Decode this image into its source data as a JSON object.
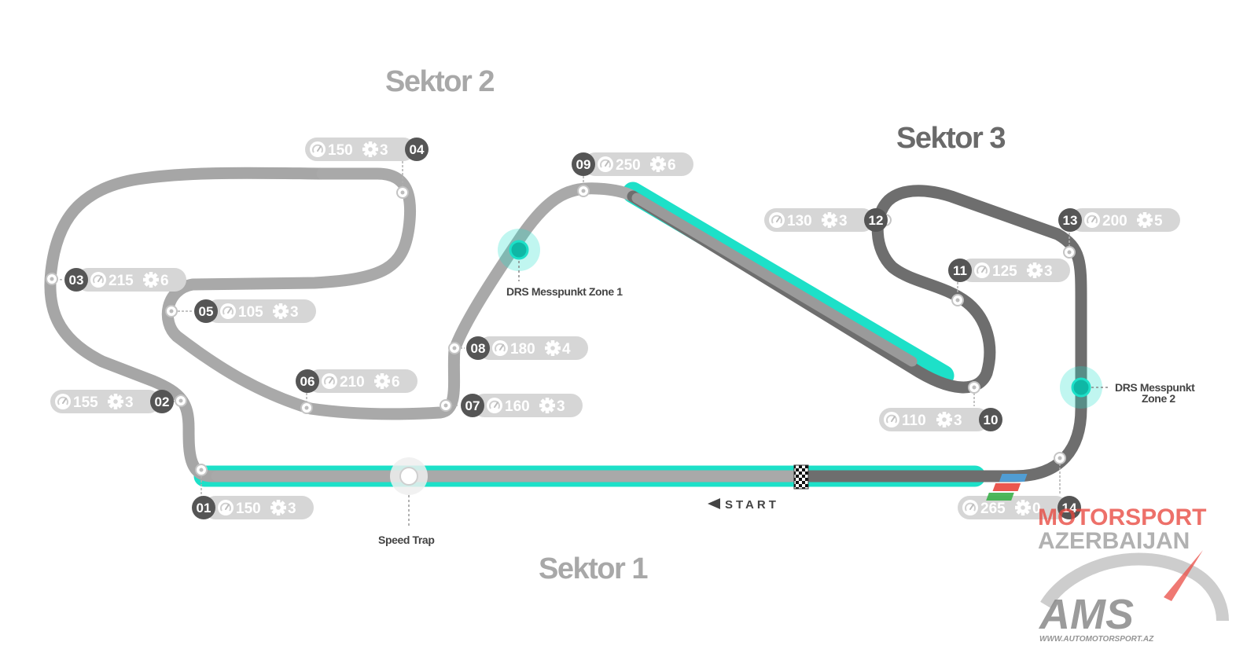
{
  "sectors": {
    "s1": "Sektor 1",
    "s2": "Sektor 2",
    "s3": "Sektor 3"
  },
  "labels": {
    "drs1": "DRS Messpunkt Zone 1",
    "drs2_line1": "DRS Messpunkt",
    "drs2_line2": "Zone 2",
    "speed_trap": "Speed Trap",
    "start": "START"
  },
  "corners": [
    {
      "id": "01",
      "speed": "150",
      "gear": "3"
    },
    {
      "id": "02",
      "speed": "155",
      "gear": "3"
    },
    {
      "id": "03",
      "speed": "215",
      "gear": "6"
    },
    {
      "id": "04",
      "speed": "150",
      "gear": "3"
    },
    {
      "id": "05",
      "speed": "105",
      "gear": "3"
    },
    {
      "id": "06",
      "speed": "210",
      "gear": "6"
    },
    {
      "id": "07",
      "speed": "160",
      "gear": "3"
    },
    {
      "id": "08",
      "speed": "180",
      "gear": "4"
    },
    {
      "id": "09",
      "speed": "250",
      "gear": "6"
    },
    {
      "id": "10",
      "speed": "110",
      "gear": "3"
    },
    {
      "id": "11",
      "speed": "125",
      "gear": "3"
    },
    {
      "id": "12",
      "speed": "130",
      "gear": "3"
    },
    {
      "id": "13",
      "speed": "200",
      "gear": "5"
    },
    {
      "id": "14",
      "speed": "265",
      "gear": "0"
    }
  ],
  "colors": {
    "sector1": "#a6a6a6",
    "sector2": "#a9a9a9",
    "sector3": "#6e6e6e",
    "drs": "#1de0c8",
    "badge_dark": "#555555",
    "pill_light": "#d6d6d6"
  },
  "watermark": {
    "line1": "MOTORSPORT",
    "line2": "AZERBAIJAN",
    "logo": "AMS",
    "url": "WWW.AUTOMOTORSPORT.AZ"
  }
}
